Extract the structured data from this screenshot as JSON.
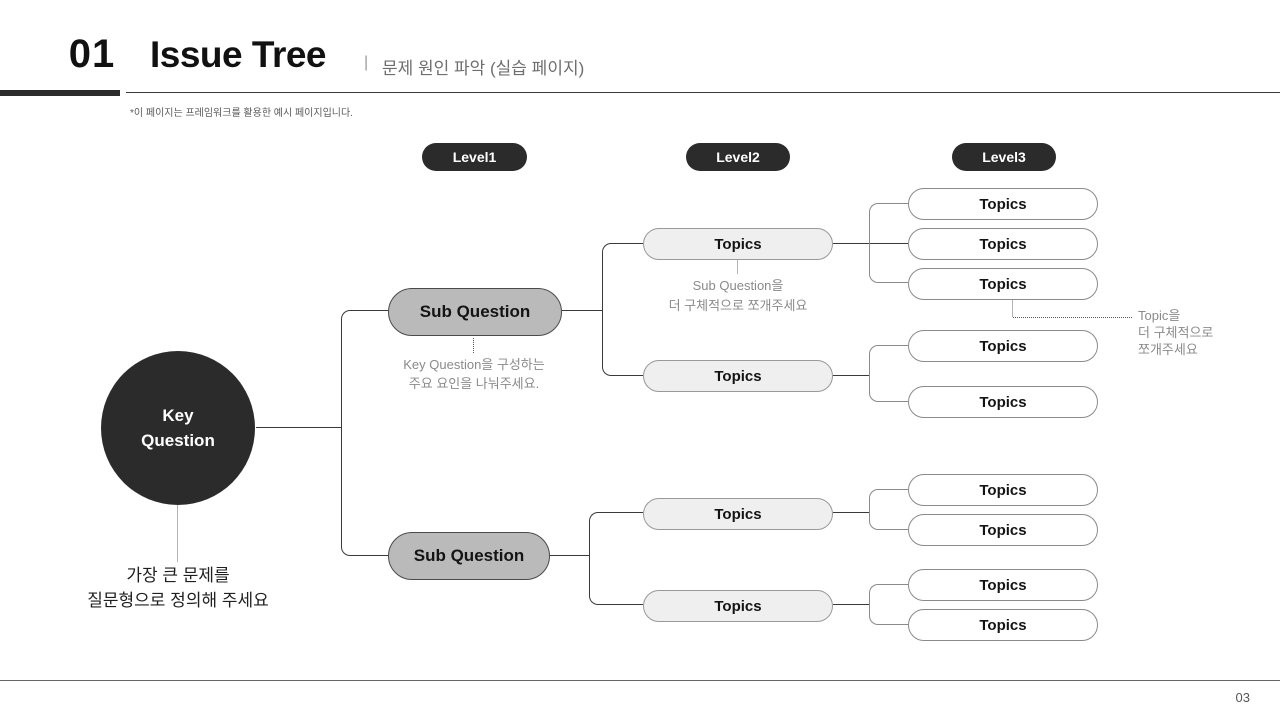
{
  "header": {
    "number": "01",
    "title": "Issue Tree",
    "separator": "|",
    "subtitle": "문제 원인 파악 (실습 페이지)",
    "note": "*이 페이지는 프레임워크를 활용한 예시 페이지입니다."
  },
  "levels": [
    {
      "label": "Level1"
    },
    {
      "label": "Level2"
    },
    {
      "label": "Level3"
    }
  ],
  "tree": {
    "root": {
      "label": "Key\nQuestion",
      "caption": "가장 큰 문제를\n질문형으로 정의해 주세요"
    },
    "sub_questions": [
      {
        "label": "Sub Question",
        "caption": "Key Question을 구성하는\n주요 요인을 나눠주세요."
      },
      {
        "label": "Sub Question"
      }
    ],
    "level2_topics": [
      {
        "label": "Topics",
        "caption": "Sub Question을\n더 구체적으로 쪼개주세요"
      },
      {
        "label": "Topics"
      },
      {
        "label": "Topics"
      },
      {
        "label": "Topics"
      }
    ],
    "level3_topics": [
      "Topics",
      "Topics",
      "Topics",
      "Topics",
      "Topics",
      "Topics",
      "Topics",
      "Topics",
      "Topics"
    ],
    "level3_caption": "Topic을\n더 구체적으로\n쪼개주세요"
  },
  "footer": {
    "page_number": "03"
  },
  "colors": {
    "accent_dark": "#2b2b2b",
    "sub_question_fill": "#bababa",
    "level2_fill": "#efefef",
    "level3_fill": "#ffffff",
    "connector_dark": "#3a3a3a",
    "connector_gray": "#8a8a8a",
    "caption_gray": "#8a8a8a"
  }
}
